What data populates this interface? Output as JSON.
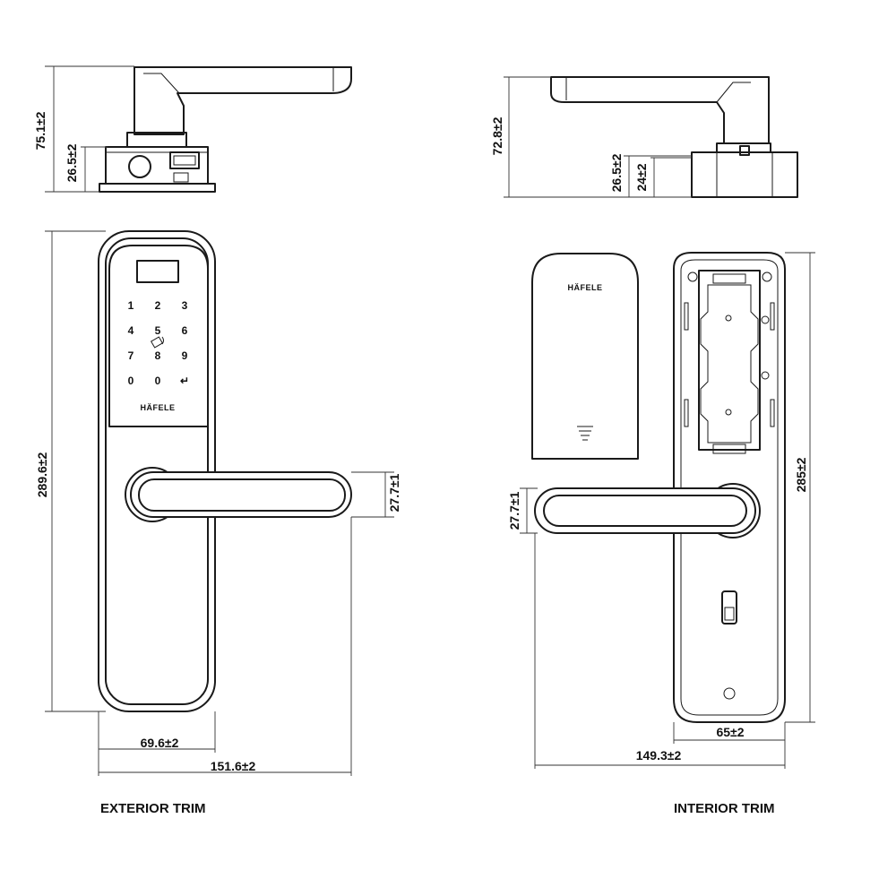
{
  "labels": {
    "exterior_caption": "EXTERIOR TRIM",
    "interior_caption": "INTERIOR TRIM",
    "brand_logo": "HÄFELE"
  },
  "keypad": {
    "keys": [
      "1",
      "2",
      "3",
      "4",
      "5",
      "6",
      "7",
      "8",
      "9",
      "0",
      "0",
      "↵"
    ]
  },
  "dimensions": {
    "exterior": {
      "top_height": "75.1±2",
      "top_base_height": "26.5±2",
      "front_height": "289.6±2",
      "handle_height": "27.7±1",
      "plate_width": "69.6±2",
      "overall_width": "151.6±2"
    },
    "interior": {
      "top_height": "72.8±2",
      "top_base_height": "26.5±2",
      "top_base_inner_height": "24±2",
      "handle_height": "27.7±1",
      "front_height": "285±2",
      "plate_width": "65±2",
      "overall_width": "149.3±2"
    }
  }
}
